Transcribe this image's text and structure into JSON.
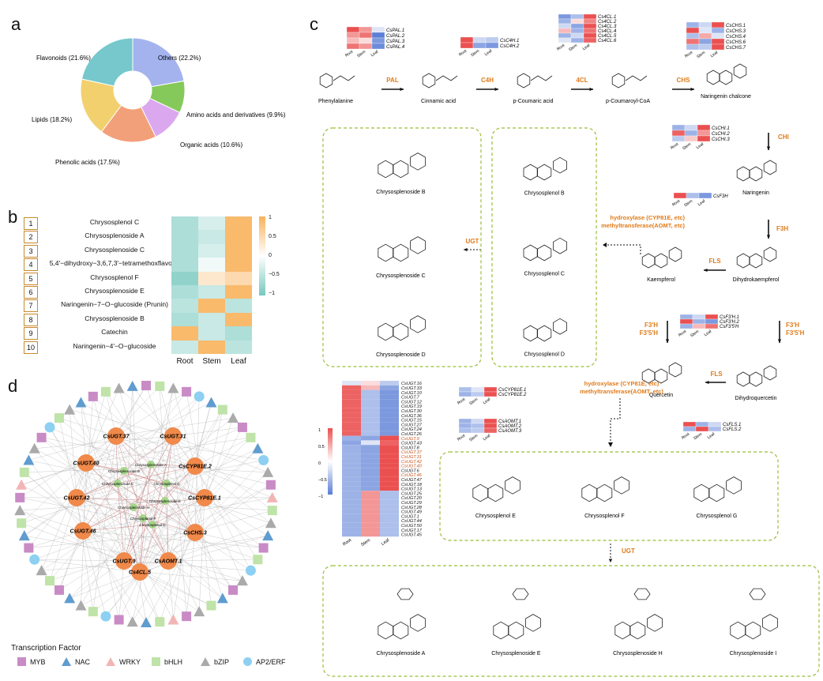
{
  "panels": {
    "a": "a",
    "b": "b",
    "c": "c",
    "d": "d"
  },
  "pie": {
    "slices": [
      {
        "label": "Others (22.2%)",
        "value": 22.2,
        "color": "#a4b3ee"
      },
      {
        "label": "Amino acids and derivatives (9.9%)",
        "value": 9.9,
        "color": "#85c95a"
      },
      {
        "label": "Organic acids (10.6%)",
        "value": 10.6,
        "color": "#dba8ef"
      },
      {
        "label": "Phenolic acids (17.5%)",
        "value": 17.5,
        "color": "#f2a07a"
      },
      {
        "label": "Lipids (18.2%)",
        "value": 18.2,
        "color": "#f2d06e"
      },
      {
        "label": "Flavonoids (21.6%)",
        "value": 21.6,
        "color": "#76c8cc"
      }
    ]
  },
  "heatmap_b": {
    "columns": [
      "Root",
      "Stem",
      "Leaf"
    ],
    "colorbar": [
      "1",
      "0.5",
      "0",
      "−0.5",
      "−1"
    ],
    "rows": [
      {
        "num": "1",
        "name": "Chrysosplenol C",
        "values": [
          -0.6,
          -0.3,
          0.9
        ]
      },
      {
        "num": "2",
        "name": "Chrysosplenoside A",
        "values": [
          -0.6,
          -0.4,
          0.9
        ]
      },
      {
        "num": "3",
        "name": "Chrysosplenoside C",
        "values": [
          -0.6,
          -0.3,
          0.9
        ]
      },
      {
        "num": "4",
        "name": "5,4'−dihydroxy−3,6,7,3'−tetramethoxflavone",
        "values": [
          -0.6,
          -0.1,
          0.9
        ]
      },
      {
        "num": "5",
        "name": "Chrysosplenol F",
        "values": [
          -0.8,
          0.3,
          0.5
        ]
      },
      {
        "num": "6",
        "name": "Chrysosplenoside E",
        "values": [
          -0.6,
          -0.4,
          0.9
        ]
      },
      {
        "num": "7",
        "name": "Naringenin−7−O−glucoside (Prunin)",
        "values": [
          -0.5,
          0.9,
          -0.5
        ]
      },
      {
        "num": "8",
        "name": "Chrysosplenoside B",
        "values": [
          -0.6,
          -0.4,
          0.9
        ]
      },
      {
        "num": "9",
        "name": "Catechin",
        "values": [
          0.9,
          -0.4,
          -0.6
        ]
      },
      {
        "num": "10",
        "name": "Naringenin−4'−O−glucoside",
        "values": [
          -0.4,
          0.9,
          -0.5
        ]
      }
    ]
  },
  "network": {
    "hubs": [
      "CsUGT.37",
      "CsUGT.31",
      "CsCYP81E.2",
      "CsCYP81E.1",
      "CsCHS.3",
      "CsAOMT.1",
      "CsUGT.9",
      "CsUGT.46",
      "CsUGT.42",
      "CsUGT.40",
      "Cs4CL.5"
    ],
    "metabolites": [
      "Chrysosplenoside A",
      "Chrysosplenoside B",
      "Chrysosplenoside C",
      "Chrysosplenol C",
      "Chrysosplenoside E",
      "Chrysosplenoside H",
      "Chrysosplenol F",
      "Chrysosplenol D"
    ],
    "legend_title": "Transcription Factor",
    "legend": [
      {
        "name": "MYB",
        "shape": "square",
        "color": "#c98bc6"
      },
      {
        "name": "NAC",
        "shape": "triangle",
        "color": "#5f9ccf"
      },
      {
        "name": "WRKY",
        "shape": "triangle",
        "color": "#f2b5b5"
      },
      {
        "name": "bHLH",
        "shape": "square",
        "color": "#bfe3a8"
      },
      {
        "name": "bZIP",
        "shape": "triangle",
        "color": "#aaaaaa"
      },
      {
        "name": "AP2/ERF",
        "shape": "circle",
        "color": "#8dd0f2"
      }
    ]
  },
  "pathway": {
    "compounds": [
      "Phenylalanine",
      "Cinnamic acid",
      "p-Coumaric acid",
      "p-Coumaroyl-CoA",
      "Naringenin chalcone",
      "Naringenin",
      "Dihydrokaempferol",
      "Kaempferol",
      "Dihydroquercetin",
      "Quercetin",
      "Chrysosplenoside B",
      "Chrysosplenoside C",
      "Chrysosplenoside D",
      "Chrysosplenol B",
      "Chrysosplenol C",
      "Chrysosplenol D",
      "Chrysosplenol E",
      "Chrysosplenol F",
      "Chrysosplenol G",
      "Chrysosplenoside A",
      "Chrysosplenoside E",
      "Chrysosplenoside H",
      "Chrysosplenoside I"
    ],
    "enzymes": {
      "pal": "PAL",
      "c4h": "C4H",
      "fourcl": "4CL",
      "chs": "CHS",
      "chi": "CHI",
      "f3h": "F3H",
      "fls1": "FLS",
      "fls2": "FLS",
      "f3h_a": "F3'H",
      "f35h_a": "F3'5'H",
      "f3h_b": "F3'H",
      "f35h_b": "F3'5'H",
      "ugt1": "UGT",
      "ugt2": "UGT",
      "hyd1a": "hydroxylase (CYP81E, etc)",
      "hyd1b": "methyltransferase(AOMT, etc)",
      "hyd2a": "hydroxylase (CYP81E, etc)",
      "hyd2b": "methyltransferase(AOMT, etc)"
    },
    "gene_sets": {
      "pal": [
        "CsPAL.1",
        "CsPAL.2",
        "CsPAL.3",
        "CsPAL.4"
      ],
      "c4h": [
        "CsC4H.1",
        "CsC4H.2"
      ],
      "fourcl": [
        "Cs4CL.1",
        "Cs4CL.2",
        "Cs4CL.3",
        "Cs4CL.4",
        "Cs4CL.5",
        "Cs4CL.6"
      ],
      "chs": [
        "CsCHS.1",
        "CsCHS.3",
        "CsCHS.4",
        "CsCHS.6",
        "CsCHS.7"
      ],
      "chi": [
        "CsCHI.1",
        "CsCHI.2",
        "CsCHI.3"
      ],
      "f3h": [
        "CsF3H"
      ],
      "f3ph": [
        "CsF3'H.1",
        "CsF3'H.2",
        "CsF3'5'H"
      ],
      "cyp": [
        "CsCYP81E.1",
        "CsCYP81E.2"
      ],
      "aomt": [
        "CsAOMT.1",
        "CsAOMT.2",
        "CsAOMT.3"
      ],
      "fls": [
        "CsFLS.1",
        "CsFLS.2"
      ],
      "ugt": [
        "CsUGT.16",
        "CsUGT.33",
        "CsUGT.10",
        "CsUGT.7",
        "CsUGT.12",
        "CsUGT.19",
        "CsUGT.30",
        "CsUGT.36",
        "CsUGT.15",
        "CsUGT.27",
        "CsUGT.24",
        "CsUGT.26",
        "CsUGT.9",
        "CsUGT.43",
        "CsUGT.8",
        "CsUGT.37",
        "CsUGT.31",
        "CsUGT.42",
        "CsUGT.40",
        "CsUGT.6",
        "CsUGT.46",
        "CsUGT.47",
        "CsUGT.18",
        "CsUGT.13",
        "CsUGT.25",
        "CsUGT.20",
        "CsUGT.29",
        "CsUGT.28",
        "CsUGT.49",
        "CsUGT.1",
        "CsUGT.44",
        "CsUGT.50",
        "CsUGT.17",
        "CsUGT.45"
      ]
    },
    "tissue": [
      "Root",
      "Stem",
      "Leaf"
    ],
    "ugt_colorbar": [
      "1",
      "0.5",
      "0",
      "−0.5",
      "−1"
    ]
  }
}
